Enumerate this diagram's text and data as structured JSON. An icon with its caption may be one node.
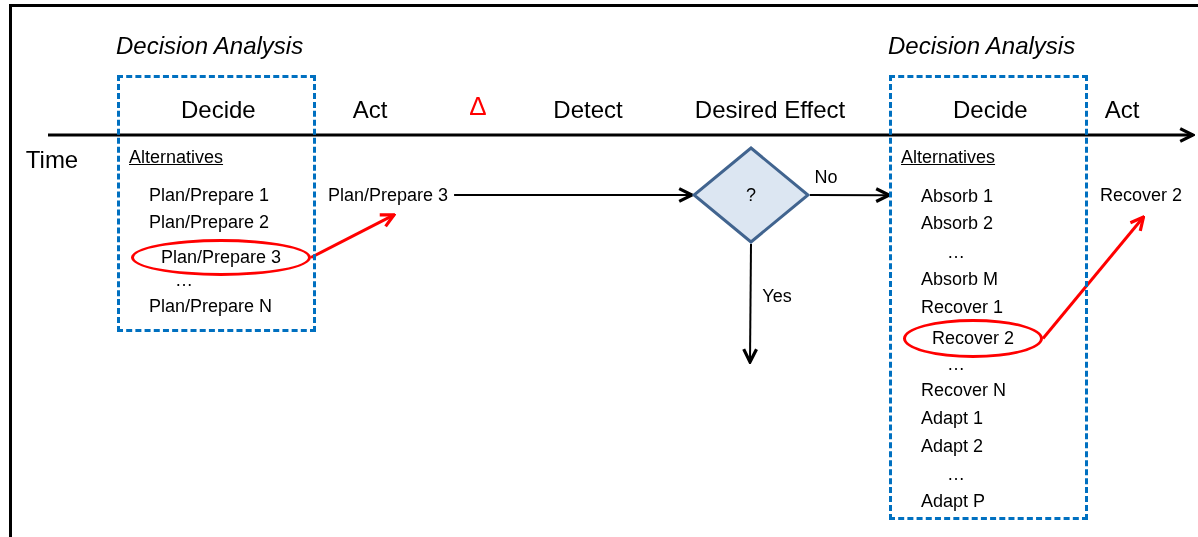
{
  "diagram": {
    "nodes": [
      {
        "text": [
          "Decision Analysis",
          "Decide",
          "Alternatives",
          "Plan/Prepare 1",
          "Plan/Prepare 2",
          "…",
          "Plan/Prepare N"
        ]
      },
      {
        "text": [
          "Plan/Prepare 3"
        ],
        "in": 0
      },
      {
        "text": [
          "Plan/Prepare 3"
        ]
      },
      {
        "text": [
          "?"
        ]
      },
      {
        "text": [
          "Decision Analysis",
          "Decide",
          "Alternatives",
          "Absorb 1",
          "Absorb 2",
          "…",
          "Absorb M",
          "Recover 1",
          "…",
          "Recover N",
          "Adapt 1",
          "Adapt 2",
          "…",
          "Adapt P"
        ]
      },
      {
        "text": [
          "Recover 2"
        ],
        "in": 4
      },
      {
        "text": [
          "Recover 2"
        ]
      }
    ],
    "edges": [
      {
        "from": 1,
        "to": 2,
        "arrow": "to",
        "color": "#ff0000"
      },
      {
        "from": 2,
        "to": 3,
        "arrow": "to"
      },
      {
        "from": 3,
        "to": 4,
        "arrow": "to",
        "label": "No"
      },
      {
        "from": 3,
        "to": null,
        "arrow": "to",
        "label": "Yes"
      },
      {
        "from": 5,
        "to": 6,
        "arrow": "to",
        "color": "#ff0000"
      }
    ],
    "labels": [
      "Act",
      "Δ",
      "Detect",
      "Desired Effect",
      "Act",
      "Time"
    ]
  }
}
